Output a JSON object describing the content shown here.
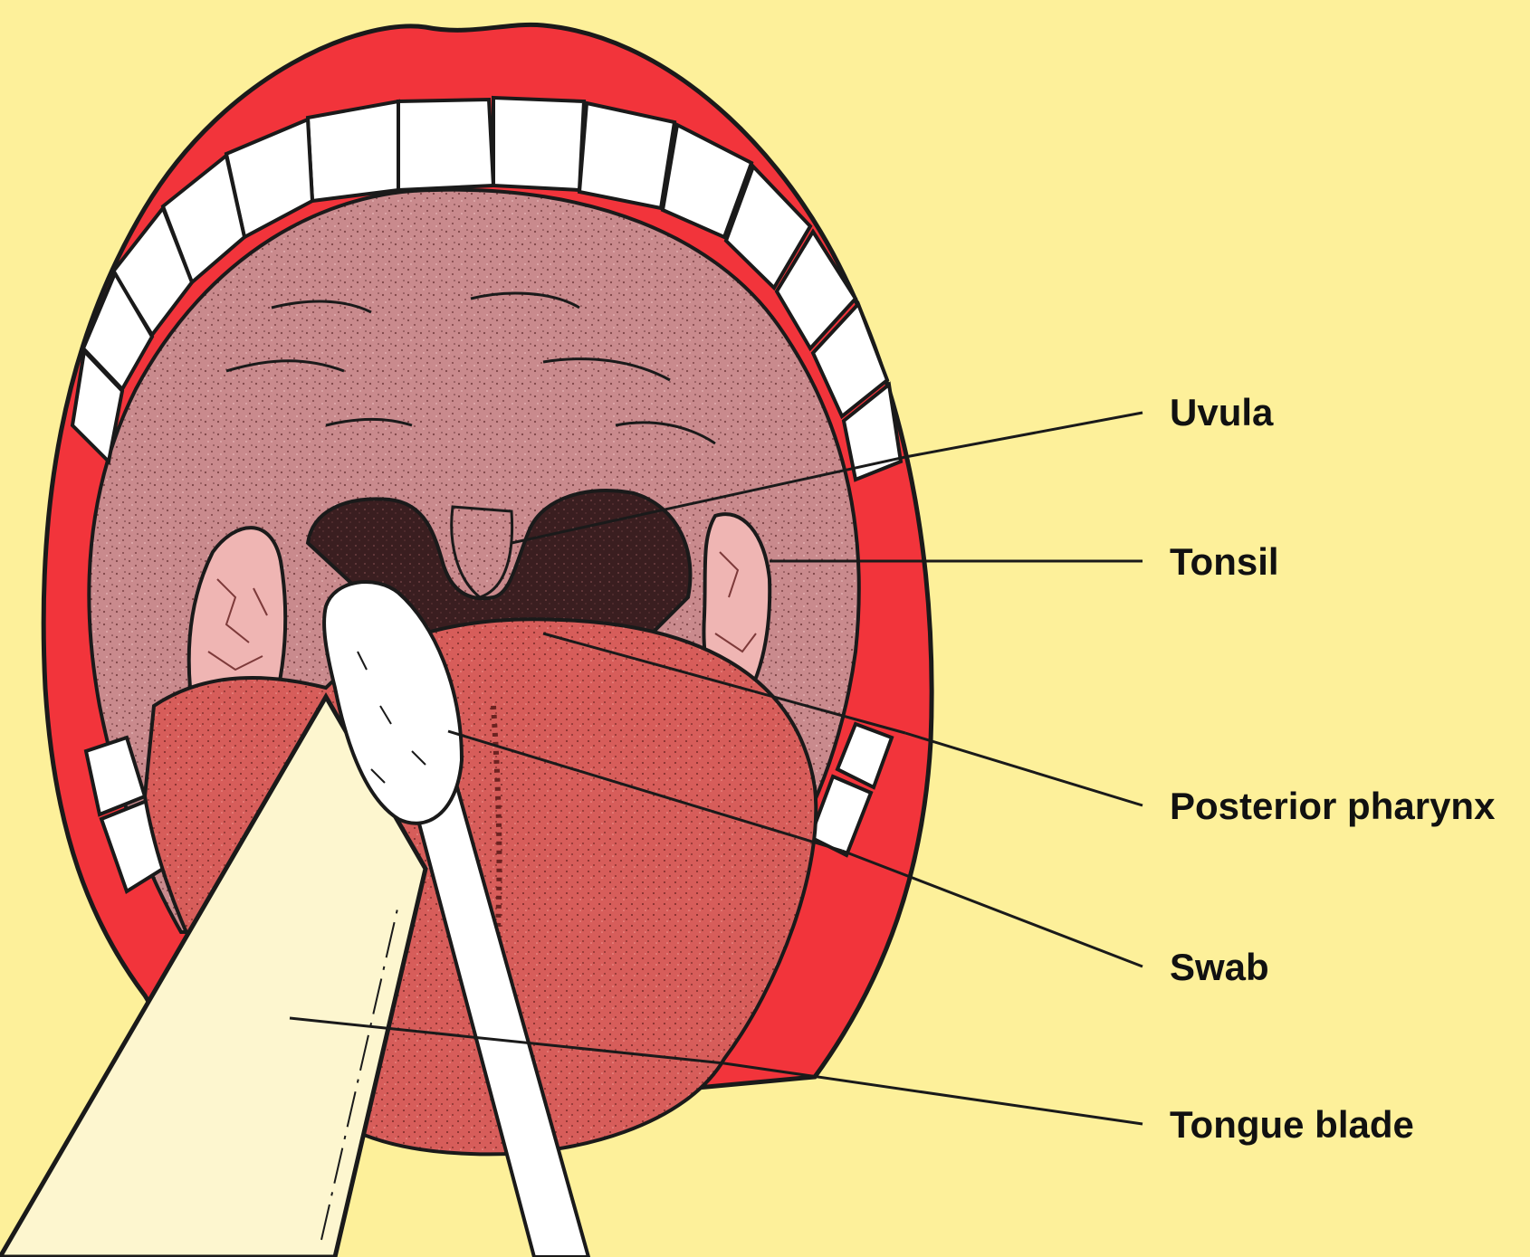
{
  "colors": {
    "background": "#fdf09a",
    "lips": "#f2343b",
    "mouth_interior": "#c98a8d",
    "throat_dark": "#3a1e20",
    "tonsil": "#efb5b3",
    "tongue": "#d75d5a",
    "teeth": "#ffffff",
    "tongue_blade": "#fdf6cf",
    "swab": "#ffffff",
    "outline": "#1a1a1a"
  },
  "labels": {
    "uvula": "Uvula",
    "tonsil": "Tonsil",
    "posterior_pharynx": "Posterior pharynx",
    "swab": "Swab",
    "tongue_blade": "Tongue blade"
  },
  "icons": {
    "mouth": "open-mouth-illustration",
    "swab": "cotton-swab-icon",
    "tongue_blade": "tongue-depressor-icon"
  }
}
